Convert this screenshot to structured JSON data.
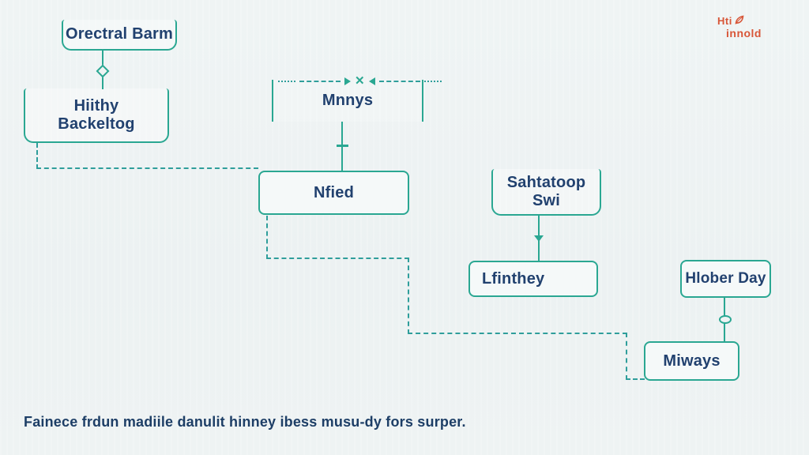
{
  "colors": {
    "background": "#edf2f2",
    "node_border_teal": "#2aa792",
    "dashed_line_teal": "#2f9e9b",
    "label_navy": "#21416f",
    "logo_orange": "#d85638"
  },
  "logo": {
    "line1": "Hti",
    "line2": "innold",
    "icon": "leaf-icon"
  },
  "diagram": {
    "nodes": {
      "orectral": {
        "label": "Orectral Barm"
      },
      "backeltog": {
        "line1": "Hiithy",
        "line2": "Backeltog"
      },
      "mnnys": {
        "label": "Mnnys"
      },
      "nfied": {
        "label": "Nfied"
      },
      "sahtatoop": {
        "line1": "Sahtatoop",
        "line2": "Swi"
      },
      "lfinthey": {
        "label": "Lfinthey"
      },
      "hlober": {
        "label": "Hlober Day"
      },
      "miways": {
        "label": "Miways"
      }
    },
    "icons": {
      "merge_x": "✕"
    },
    "edges": [
      {
        "from": "orectral",
        "to": "backeltog",
        "style": "solid",
        "marker": "diamond"
      },
      {
        "from": "mnnys",
        "to": "nfied",
        "style": "solid",
        "marker": "t-bar"
      },
      {
        "from": "backeltog",
        "to": "nfied",
        "style": "dashed",
        "marker": "none"
      },
      {
        "from": "nfied",
        "to": "miways",
        "style": "dashed",
        "marker": "none"
      },
      {
        "from": "sahtatoop",
        "to": "lfinthey",
        "style": "solid",
        "marker": "arrow-down"
      },
      {
        "from": "hlober",
        "to": "miways",
        "style": "solid",
        "marker": "circle"
      }
    ]
  },
  "caption": "Fainece frdun madiile danulit hinney ibess musu-dy fors surper."
}
